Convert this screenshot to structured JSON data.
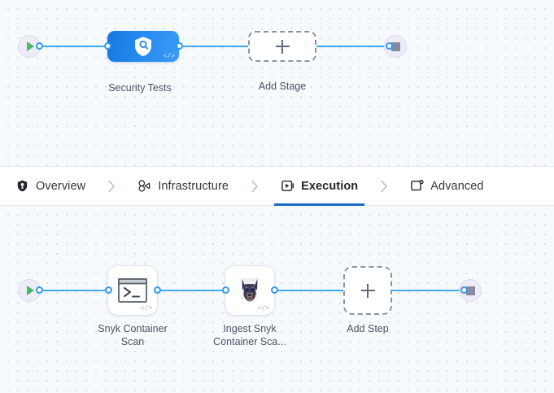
{
  "theme": {
    "canvas_bg": "#f7fafd",
    "dot_color": "#c9dcec",
    "edge_color": "#40a9f0",
    "port_color": "#2f9bf0",
    "stage_blue": "#2a8cf0",
    "active_tab_underline": "#1b6bce",
    "start_icon_color": "#49bc5b",
    "stop_icon_color": "#8a8a9e",
    "terminal_bg": "#eeecf7",
    "dashed_border": "#8a93a5",
    "label_color": "#4a5263"
  },
  "stage_graph": {
    "start_node": {
      "name": "start",
      "icon": "play-icon"
    },
    "end_node": {
      "name": "end",
      "icon": "stop-icon"
    },
    "stages": [
      {
        "label": "Security Tests",
        "icon": "shield-search-icon",
        "code_badge": "</>",
        "selected": true
      }
    ],
    "add_stage": {
      "label": "Add Stage",
      "icon": "plus-icon"
    }
  },
  "tabs": [
    {
      "label": "Overview",
      "icon": "shield-icon",
      "active": false
    },
    {
      "label": "Infrastructure",
      "icon": "nodes-icon",
      "active": false
    },
    {
      "label": "Execution",
      "icon": "play-box-icon",
      "active": true
    },
    {
      "label": "Advanced",
      "icon": "gear-card-icon",
      "active": false
    }
  ],
  "tab_separator_icon": "chevron-right-icon",
  "step_graph": {
    "start_node": {
      "name": "start",
      "icon": "play-icon"
    },
    "end_node": {
      "name": "end",
      "icon": "stop-icon"
    },
    "steps": [
      {
        "label": "Snyk Container\nScan",
        "icon": "terminal-icon",
        "code_badge": "</>"
      },
      {
        "label": "Ingest Snyk\nContainer Sca...",
        "icon": "snyk-doberman-icon",
        "code_badge": "</>"
      }
    ],
    "add_step": {
      "label": "Add Step",
      "icon": "plus-icon"
    }
  }
}
